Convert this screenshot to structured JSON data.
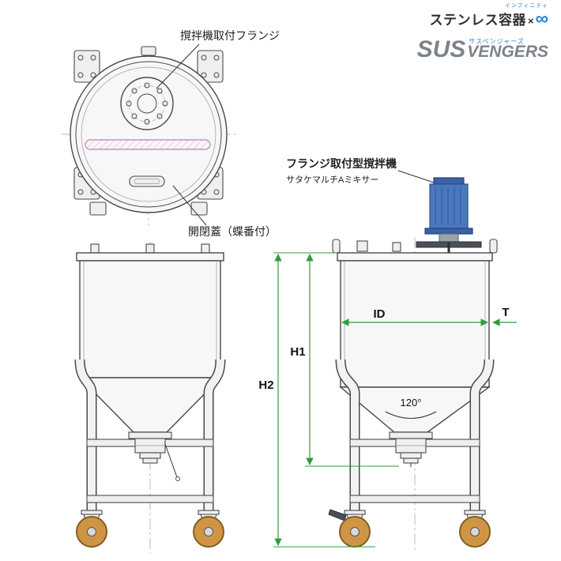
{
  "branding": {
    "product_line": "ステンレス容器",
    "multiply": "×",
    "infinity": "∞",
    "infinity_ruby": "インフィニティ",
    "brand_sus": "SUS",
    "brand_vengers": "VENGERS",
    "brand_ruby": "サスベンジャーズ"
  },
  "labels": {
    "flange": "撹拌機取付フランジ",
    "lid": "開閉蓋（蝶番付）",
    "mixer": "フランジ取付型撹拌機",
    "mixer_model": "サタケマルチAミキサー"
  },
  "dimensions": {
    "id": "ID",
    "t": "T",
    "h1": "H1",
    "h2": "H2",
    "cone_angle": "120°"
  },
  "colors": {
    "line": "#4a4a4a",
    "centerline": "#9fc3e0",
    "dimension": "#2f9e3a",
    "motor_blue": "#4a78bc",
    "wheel_orange": "#d09544",
    "seal_magenta": "#c07ec0",
    "brand_blue": "#2b7fd0",
    "brand_gray": "#7b838b",
    "text_dark": "#2f2f2f"
  }
}
